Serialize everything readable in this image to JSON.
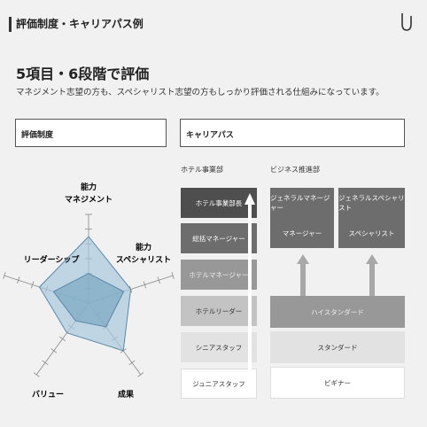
{
  "header": {
    "title": "評価制度・キャリアパス例",
    "logo_icon": "u-logo-icon"
  },
  "section": {
    "title": "5項目・6段階で評価",
    "description": "マネジメント志望の方も、スペシャリスト志望の方もしっかり評価される仕組みになっています。"
  },
  "boxes": {
    "evaluation": "評価制度",
    "career": "キャリアパス"
  },
  "radar": {
    "axes": [
      {
        "line1": "能力",
        "line2": "マネジメント"
      },
      {
        "line1": "能力",
        "line2": "スペシャリスト"
      },
      {
        "line1": "成果",
        "line2": ""
      },
      {
        "line1": "バリュー",
        "line2": ""
      },
      {
        "line1": "リーダーシップ",
        "line2": ""
      }
    ],
    "levels": 6,
    "series_outer": [
      4.5,
      3.0,
      4.0,
      2.5,
      3.5
    ],
    "series_inner": [
      2.0,
      2.5,
      2.0,
      1.5,
      2.5
    ],
    "colors": {
      "outer": "#a9c9de",
      "inner": "#7fa9c6",
      "stroke": "#5b88a8"
    }
  },
  "career": {
    "hotel_label": "ホテル事業部",
    "business_label": "ビジネス推進部",
    "hotel_levels": [
      "ホテル事業部長",
      "総括マネージャー",
      "ホテルマネージャー",
      "ホテルリーダー",
      "シニアスタッフ",
      "ジュニアスタッフ"
    ],
    "business": {
      "top": [
        "ジェネラルマネージャー",
        "ジェネラルスペシャリスト"
      ],
      "mid": [
        "マネージャー",
        "スペシャリスト"
      ],
      "high_standard": "ハイスタンダード",
      "standard": "スタンダード",
      "beginner": "ビギナー"
    }
  }
}
